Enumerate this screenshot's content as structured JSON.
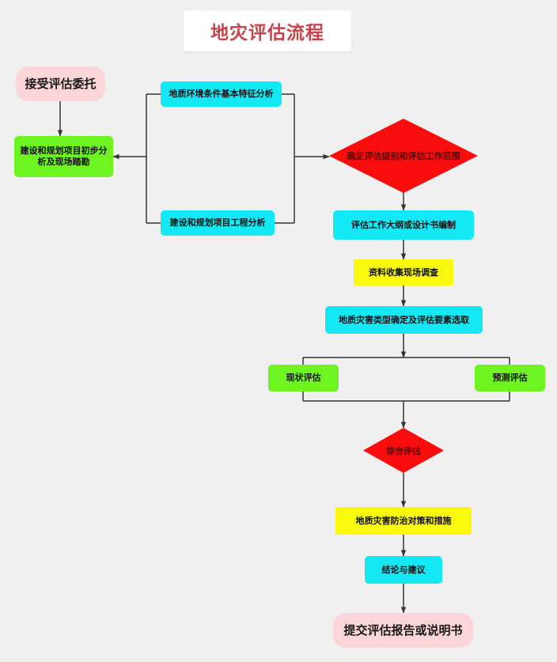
{
  "header": {
    "title": "地灾评估流程",
    "title_color": "#c8424b",
    "background_color": "#f0f0f0"
  },
  "palette": {
    "terminal": "#fbd5d8",
    "green": "#6ef521",
    "cyan": "#15e8f5",
    "yellow": "#f9f90d",
    "decision_red": "#fb0d0d",
    "edge": "#333333"
  },
  "nodes": {
    "accept_commission": "接受评估委托",
    "preliminary_analysis": "建设和规划项目初步分析及现场踏勘",
    "geo_env_analysis": "地质环境条件基本特征分析",
    "project_engineering_analysis": "建设和规划项目工程分析",
    "determine_level_scope": "确定评估级别和评估工作范围",
    "outline_design": "评估工作大纲或设计书编制",
    "data_collection_survey": "资料收集现场调查",
    "hazard_type_factors": "地质灾害类型确定及评估要素选取",
    "current_assessment": "现状评估",
    "prediction_assessment": "预测评估",
    "comprehensive_assessment": "综合评估",
    "prevention_measures": "地质灾害防治对策和措施",
    "conclusion_suggestion": "结论与建议",
    "submit_report": "提交评估报告或说明书"
  },
  "chart_data": {
    "type": "diagram",
    "title": "地灾评估流程",
    "diagram_kind": "flowchart",
    "orientation": "top-to-bottom",
    "steps": [
      {
        "id": "accept_commission",
        "label": "接受评估委托",
        "shape": "terminal",
        "color": "#fbd5d8"
      },
      {
        "id": "preliminary_analysis",
        "label": "建设和规划项目初步分析及现场踏勘",
        "shape": "process",
        "color": "#6ef521"
      },
      {
        "id": "geo_env_analysis",
        "label": "地质环境条件基本特征分析",
        "shape": "process",
        "color": "#15e8f5"
      },
      {
        "id": "project_engineering_analysis",
        "label": "建设和规划项目工程分析",
        "shape": "process",
        "color": "#15e8f5"
      },
      {
        "id": "determine_level_scope",
        "label": "确定评估级别和评估工作范围",
        "shape": "decision",
        "color": "#fb0d0d"
      },
      {
        "id": "outline_design",
        "label": "评估工作大纲或设计书编制",
        "shape": "process",
        "color": "#15e8f5"
      },
      {
        "id": "data_collection_survey",
        "label": "资料收集现场调查",
        "shape": "process",
        "color": "#f9f90d"
      },
      {
        "id": "hazard_type_factors",
        "label": "地质灾害类型确定及评估要素选取",
        "shape": "process",
        "color": "#15e8f5"
      },
      {
        "id": "current_assessment",
        "label": "现状评估",
        "shape": "process",
        "color": "#6ef521"
      },
      {
        "id": "prediction_assessment",
        "label": "预测评估",
        "shape": "process",
        "color": "#6ef521"
      },
      {
        "id": "comprehensive_assessment",
        "label": "综合评估",
        "shape": "decision",
        "color": "#fb0d0d"
      },
      {
        "id": "prevention_measures",
        "label": "地质灾害防治对策和措施",
        "shape": "process",
        "color": "#f9f90d"
      },
      {
        "id": "conclusion_suggestion",
        "label": "结论与建议",
        "shape": "process",
        "color": "#15e8f5"
      },
      {
        "id": "submit_report",
        "label": "提交评估报告或说明书",
        "shape": "terminal",
        "color": "#fbd5d8"
      }
    ],
    "edges": [
      {
        "from": "accept_commission",
        "to": "preliminary_analysis"
      },
      {
        "from": "preliminary_analysis",
        "to": "geo_env_analysis"
      },
      {
        "from": "preliminary_analysis",
        "to": "project_engineering_analysis"
      },
      {
        "from": "geo_env_analysis",
        "to": "determine_level_scope"
      },
      {
        "from": "project_engineering_analysis",
        "to": "determine_level_scope"
      },
      {
        "from": "determine_level_scope",
        "to": "outline_design"
      },
      {
        "from": "outline_design",
        "to": "data_collection_survey"
      },
      {
        "from": "data_collection_survey",
        "to": "hazard_type_factors"
      },
      {
        "from": "hazard_type_factors",
        "to": "current_assessment"
      },
      {
        "from": "hazard_type_factors",
        "to": "prediction_assessment"
      },
      {
        "from": "current_assessment",
        "to": "comprehensive_assessment"
      },
      {
        "from": "prediction_assessment",
        "to": "comprehensive_assessment"
      },
      {
        "from": "comprehensive_assessment",
        "to": "prevention_measures"
      },
      {
        "from": "prevention_measures",
        "to": "conclusion_suggestion"
      },
      {
        "from": "conclusion_suggestion",
        "to": "submit_report"
      }
    ]
  }
}
